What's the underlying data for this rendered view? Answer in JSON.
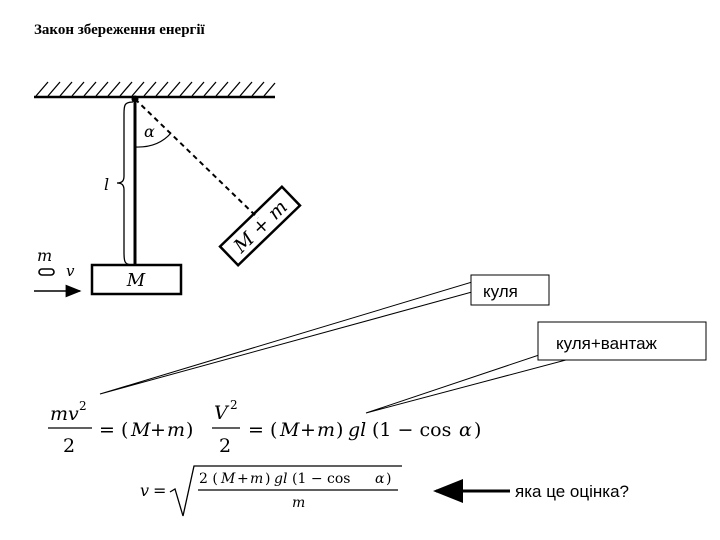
{
  "title": "Закон збереження енергії",
  "diagram": {
    "alpha": "α",
    "length": "l",
    "bullet_mass": "m",
    "velocity": "v",
    "block_mass": "M",
    "combined_mass": "M + m"
  },
  "callouts": {
    "bullet": "куля",
    "bullet_load": "куля+вантаж",
    "estimate": "яка це оцінка?"
  }
}
